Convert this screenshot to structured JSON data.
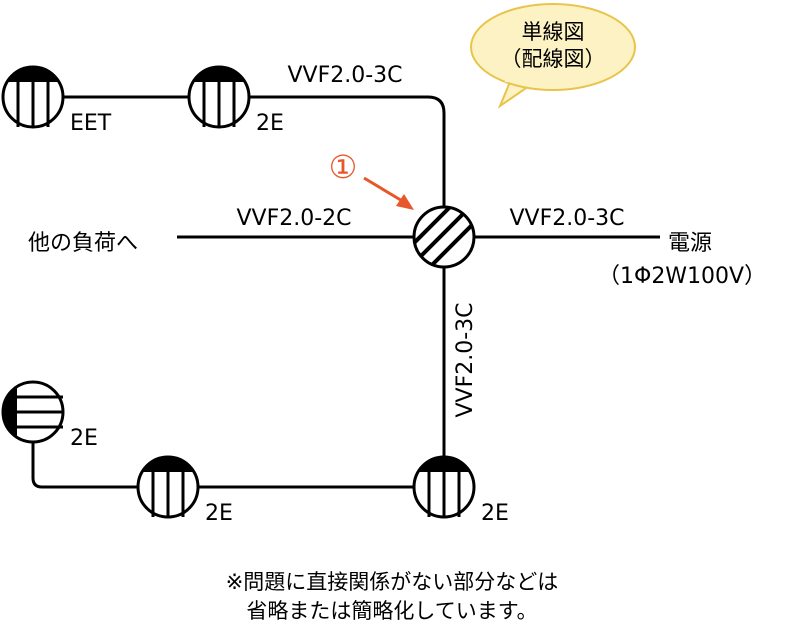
{
  "bubble": {
    "line1": "単線図",
    "line2": "（配線図）"
  },
  "callout": {
    "number": "①"
  },
  "cables": {
    "top": "VVF2.0-3C",
    "left": "VVF2.0-2C",
    "right": "VVF2.0-3C",
    "vertical": "VVF2.0-3C"
  },
  "outlets": {
    "top_left": "EET",
    "top_mid": "2E",
    "lower_left": "2E",
    "bottom_mid": "2E",
    "bottom_right": "2E"
  },
  "other_load": "他の負荷へ",
  "power": {
    "label": "電源",
    "spec": "（1Φ2W100V）"
  },
  "note": {
    "line1": "※問題に直接関係がない部分などは",
    "line2": "省略または簡略化しています。"
  },
  "colors": {
    "accent": "#e8572a",
    "bubble_fill": "#fdf2c4",
    "bubble_stroke": "#e8c44a"
  }
}
